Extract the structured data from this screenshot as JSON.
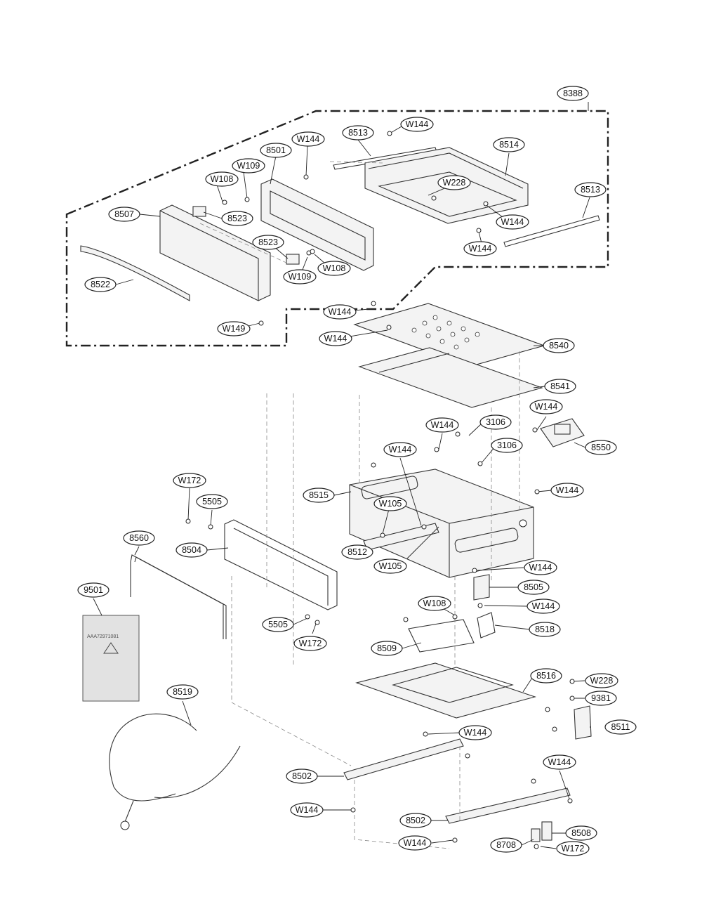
{
  "callouts": [
    {
      "id": "c-8388",
      "label": "8388"
    },
    {
      "id": "c-8513a",
      "label": "8513"
    },
    {
      "id": "c-w144a",
      "label": "W144"
    },
    {
      "id": "c-w144b",
      "label": "W144"
    },
    {
      "id": "c-8501",
      "label": "8501"
    },
    {
      "id": "c-8514",
      "label": "8514"
    },
    {
      "id": "c-w109a",
      "label": "W109"
    },
    {
      "id": "c-w108a",
      "label": "W108"
    },
    {
      "id": "c-w228a",
      "label": "W228"
    },
    {
      "id": "c-8513b",
      "label": "8513"
    },
    {
      "id": "c-8507",
      "label": "8507"
    },
    {
      "id": "c-8523a",
      "label": "8523"
    },
    {
      "id": "c-w144c",
      "label": "W144"
    },
    {
      "id": "c-8523b",
      "label": "8523"
    },
    {
      "id": "c-w144d",
      "label": "W144"
    },
    {
      "id": "c-w108b",
      "label": "W108"
    },
    {
      "id": "c-w109b",
      "label": "W109"
    },
    {
      "id": "c-8522",
      "label": "8522"
    },
    {
      "id": "c-w144e",
      "label": "W144"
    },
    {
      "id": "c-w149",
      "label": "W149"
    },
    {
      "id": "c-w144f",
      "label": "W144"
    },
    {
      "id": "c-8540",
      "label": "8540"
    },
    {
      "id": "c-8541",
      "label": "8541"
    },
    {
      "id": "c-w144g",
      "label": "W144"
    },
    {
      "id": "c-w144h",
      "label": "W144"
    },
    {
      "id": "c-3106a",
      "label": "3106"
    },
    {
      "id": "c-8550",
      "label": "8550"
    },
    {
      "id": "c-w144i",
      "label": "W144"
    },
    {
      "id": "c-3106b",
      "label": "3106"
    },
    {
      "id": "c-w172a",
      "label": "W172"
    },
    {
      "id": "c-w144j",
      "label": "W144"
    },
    {
      "id": "c-5505a",
      "label": "5505"
    },
    {
      "id": "c-8515",
      "label": "8515"
    },
    {
      "id": "c-w105a",
      "label": "W105"
    },
    {
      "id": "c-8560",
      "label": "8560"
    },
    {
      "id": "c-8504",
      "label": "8504"
    },
    {
      "id": "c-8512",
      "label": "8512"
    },
    {
      "id": "c-w105b",
      "label": "W105"
    },
    {
      "id": "c-w144k",
      "label": "W144"
    },
    {
      "id": "c-9501",
      "label": "9501"
    },
    {
      "id": "c-8505",
      "label": "8505"
    },
    {
      "id": "c-w144l",
      "label": "W144"
    },
    {
      "id": "c-w108c",
      "label": "W108"
    },
    {
      "id": "c-5505b",
      "label": "5505"
    },
    {
      "id": "c-8518",
      "label": "8518"
    },
    {
      "id": "c-w172b",
      "label": "W172"
    },
    {
      "id": "c-8509",
      "label": "8509"
    },
    {
      "id": "c-8516",
      "label": "8516"
    },
    {
      "id": "c-w228b",
      "label": "W228"
    },
    {
      "id": "c-8519",
      "label": "8519"
    },
    {
      "id": "c-9381",
      "label": "9381"
    },
    {
      "id": "c-8511",
      "label": "8511"
    },
    {
      "id": "c-w144m",
      "label": "W144"
    },
    {
      "id": "c-w144n",
      "label": "W144"
    },
    {
      "id": "c-8502a",
      "label": "8502"
    },
    {
      "id": "c-w144o",
      "label": "W144"
    },
    {
      "id": "c-8502b",
      "label": "8502"
    },
    {
      "id": "c-8508",
      "label": "8508"
    },
    {
      "id": "c-w144p",
      "label": "W144"
    },
    {
      "id": "c-8708",
      "label": "8708"
    },
    {
      "id": "c-w172c",
      "label": "W172"
    }
  ]
}
